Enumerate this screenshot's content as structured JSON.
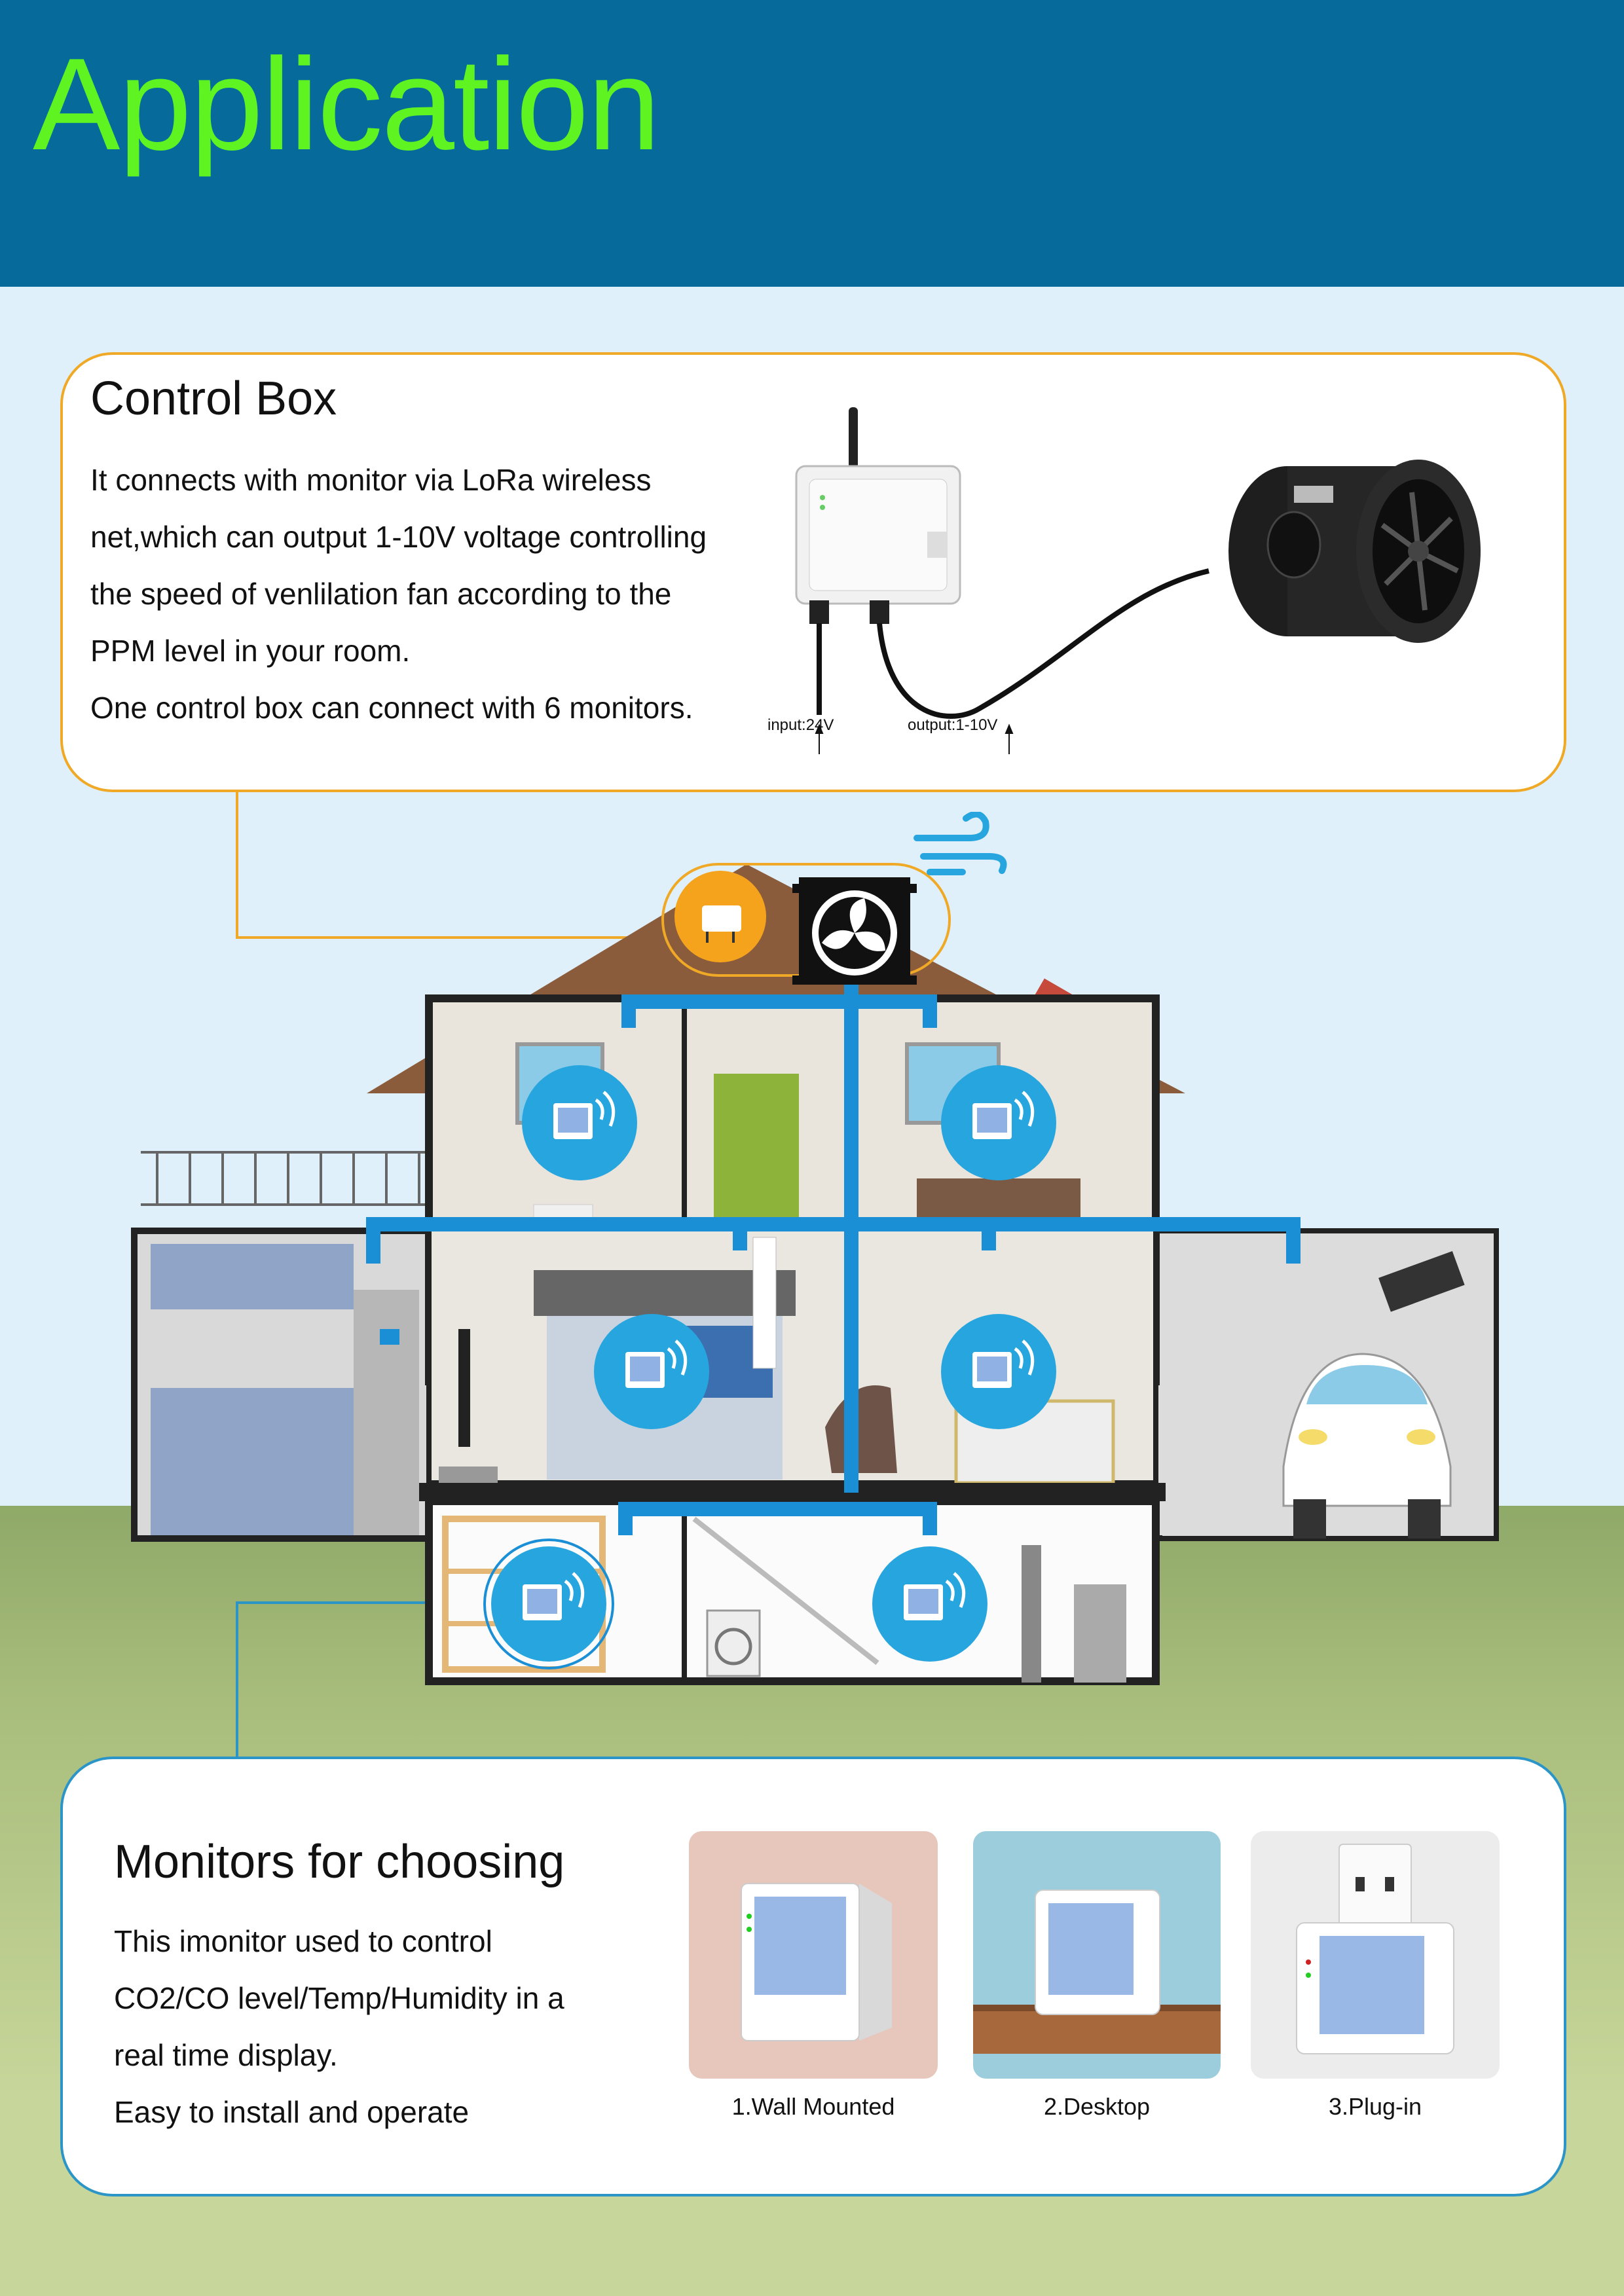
{
  "header": {
    "title": "Application"
  },
  "control_box": {
    "title": "Control Box",
    "lines": [
      "It connects with monitor via LoRa wireless",
      "net,which can output 1-10V voltage controlling",
      "the speed of venlilation fan according to the",
      "PPM level in your room.",
      "One control box can connect with 6 monitors."
    ],
    "input_label": "input:24V",
    "output_label": "output:1-10V"
  },
  "monitors": {
    "title": "Monitors for choosing",
    "lines": [
      "This imonitor used to control",
      "CO2/CO level/Temp/Humidity in a",
      "real time display.",
      "Easy to install and operate"
    ],
    "options": [
      {
        "label": "1.Wall Mounted"
      },
      {
        "label": "2.Desktop"
      },
      {
        "label": "3.Plug-in"
      }
    ]
  },
  "colors": {
    "header_bg": "#066b9b",
    "title": "#5ff322",
    "control_border": "#f0a926",
    "monitor_border": "#2b95c8",
    "duct": "#1a8fd6"
  },
  "icons": [
    "antenna-icon",
    "fan-icon",
    "wind-icon",
    "wifi-icon",
    "monitor-device-icon"
  ]
}
